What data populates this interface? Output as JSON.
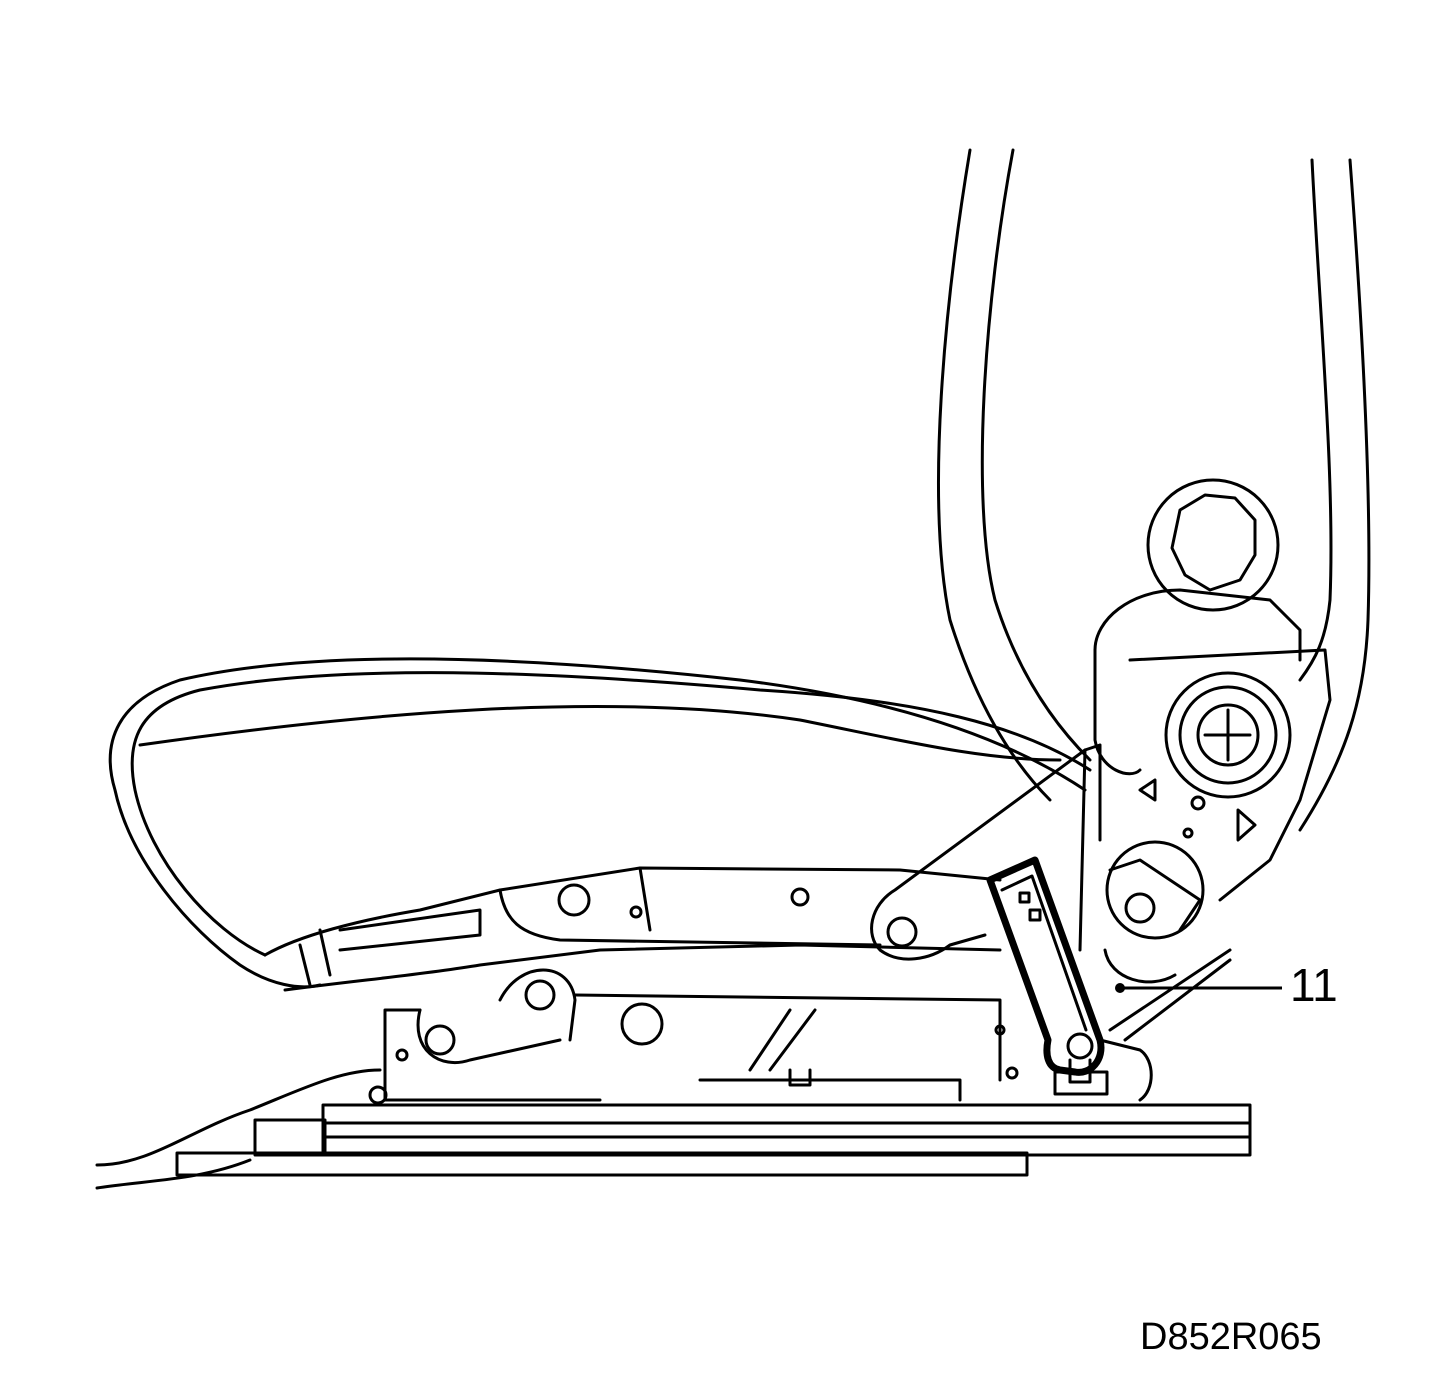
{
  "diagram": {
    "callouts": [
      {
        "id": "11",
        "text": "11"
      }
    ],
    "drawing_code": "D852R065"
  }
}
